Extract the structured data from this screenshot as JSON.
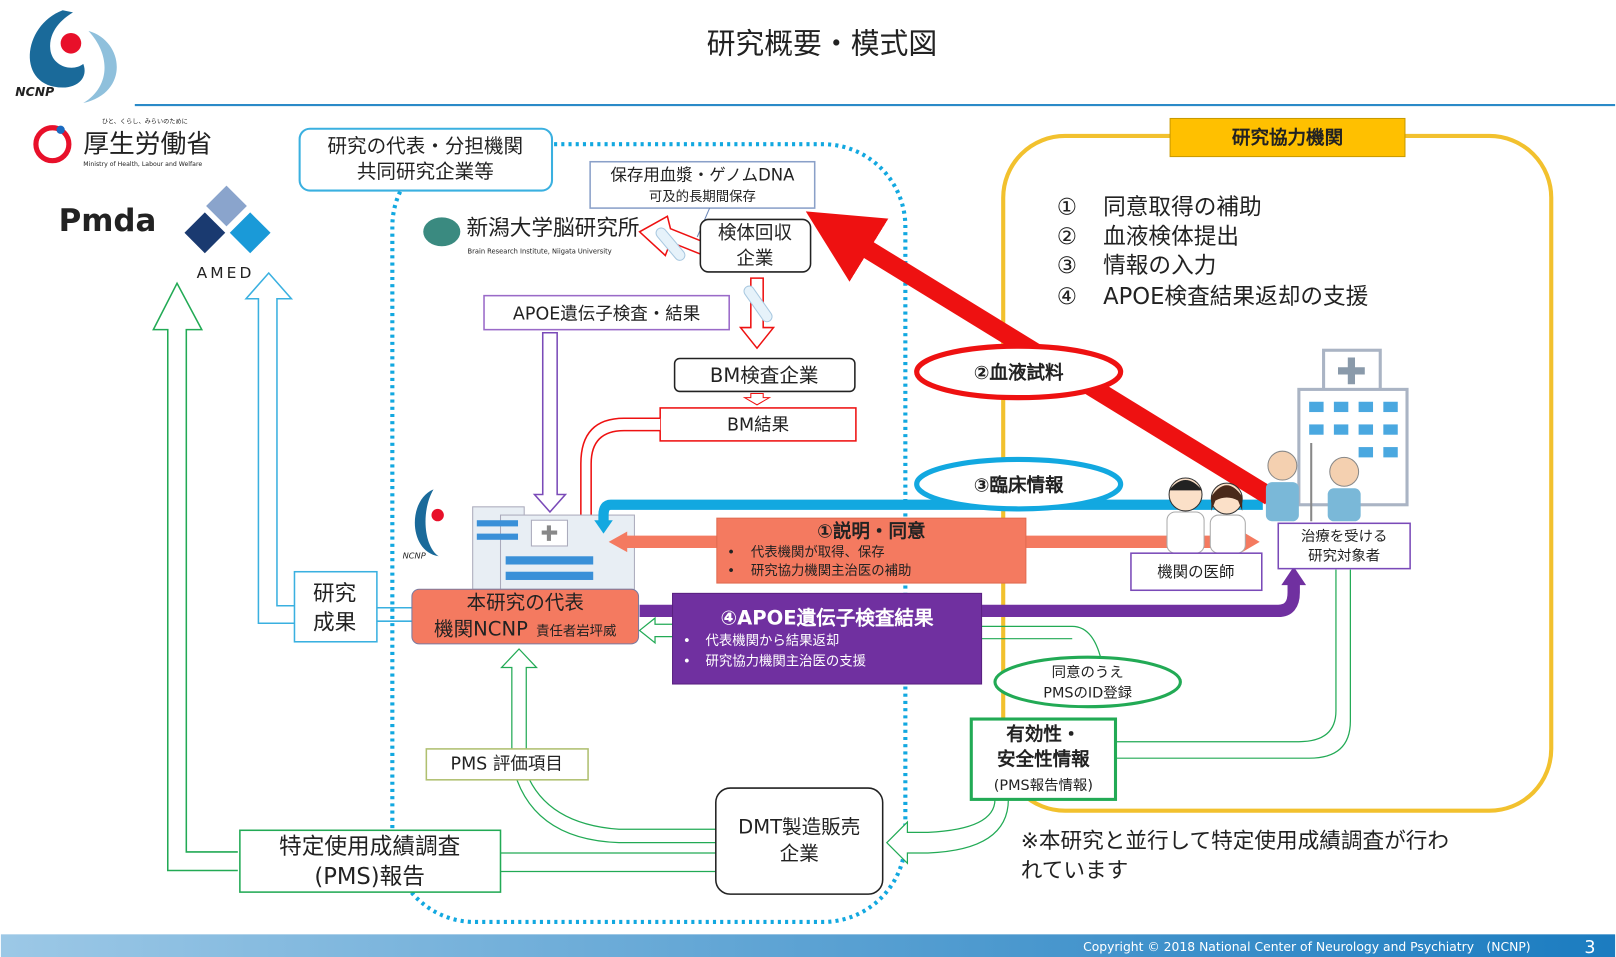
{
  "title": "研究概要・模式図",
  "logos": {
    "ncnp": "NCNP",
    "mhlw_tagline": "ひと、くらし、みらいのために",
    "mhlw": "厚生労働省",
    "mhlw_en": "Ministry of Health, Labour and Welfare",
    "pmda": "Pmda",
    "amed": "AMED",
    "brain_institute": "新潟大学脳研究所",
    "brain_institute_en": "Brain Research Institute, Niigata University",
    "ncnp_building": "NCNP"
  },
  "boxes": {
    "lead_institutions": [
      "研究の代表・分担機関",
      "共同研究企業等"
    ],
    "storage": [
      "保存用血漿・ゲノムDNA",
      "可及的長期間保存"
    ],
    "sample_collection": [
      "検体回収",
      "企業"
    ],
    "apoe_test": "APOE遺伝子検査・結果",
    "bm_company": "BM検査企業",
    "bm_result": "BM結果",
    "research_results": [
      "研究",
      "成果"
    ],
    "ncnp_lead": [
      "本研究の代表",
      "機関NCNP",
      "責任者岩坪威"
    ],
    "consent": {
      "title": "①説明・同意",
      "bullets": [
        "代表機関が取得、保存",
        "研究協力機関主治医の補助"
      ]
    },
    "apoe_result": {
      "title": "④APOE遺伝子検査結果",
      "bullets": [
        "代表機関から結果返却",
        "研究協力機関主治医の支援"
      ]
    },
    "blood_sample": "②血液試料",
    "clinical_info": "③臨床情報",
    "pms_id": [
      "同意のうえ",
      "PMSのID登録"
    ],
    "efficacy": [
      "有効性・",
      "安全性情報",
      "(PMS報告情報)"
    ],
    "dmt_company": [
      "DMT製造販売",
      "企業"
    ],
    "pms_items": "PMS 評価項目",
    "pms_report": [
      "特定使用成績調査",
      "(PMS)報告"
    ],
    "doctor": "機関の医師",
    "patient": [
      "治療を受ける",
      "研究対象者"
    ]
  },
  "cooperating": {
    "label": "研究協力機関",
    "items": [
      {
        "num": "①",
        "text": "同意取得の補助"
      },
      {
        "num": "②",
        "text": "血液検体提出"
      },
      {
        "num": "③",
        "text": "情報の入力"
      },
      {
        "num": "④",
        "text": "APOE検査結果返却の支援"
      }
    ]
  },
  "note": [
    "※本研究と並行して特定使用成績調査が行わ",
    "れています"
  ],
  "footer": {
    "copyright": "Copyright © 2018 National Center of Neurology and Psychiatry　(NCNP)",
    "page": "3"
  },
  "colors": {
    "red": "#ee1111",
    "blue": "#12a8e0",
    "salmon": "#f47a60",
    "purple": "#7030a0",
    "green": "#22aa55",
    "yellow": "#f2c12e",
    "label_yellow": "#ffc000"
  }
}
